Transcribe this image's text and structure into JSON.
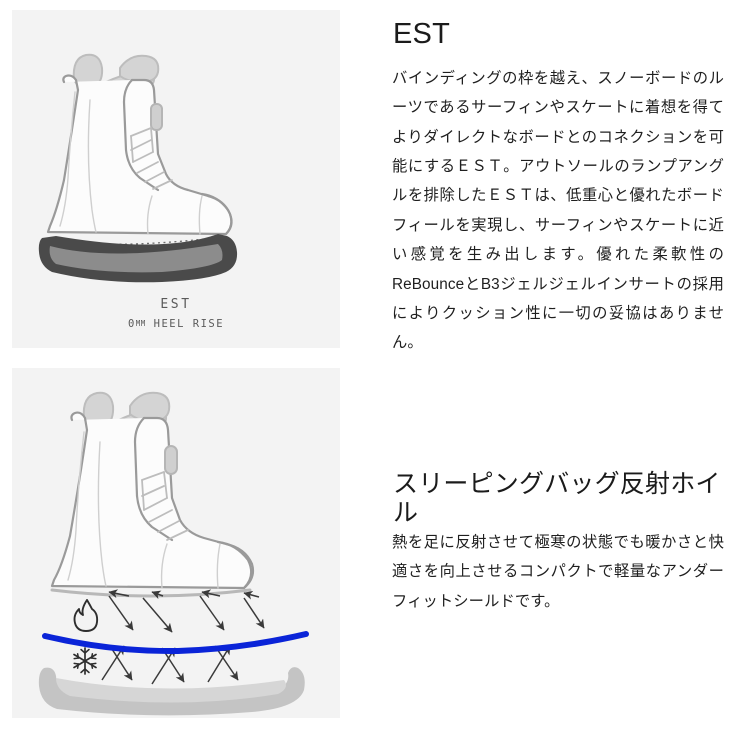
{
  "panels": {
    "est": {
      "caption_title": "EST",
      "caption_unit": "0",
      "caption_unit_suffix": "MM",
      "caption_sub": " HEEL RISE",
      "illustration_name": "snowboard-boot-side-view-flat-sole",
      "colors": {
        "panel_bg": "#f3f3f3",
        "outline": "#9a9a9a",
        "sole_outer": "#4a4a4a",
        "sole_inner": "#8c8c8c",
        "collar_fill": "#d2d2d2",
        "boot_fill": "#fbfbfb"
      }
    },
    "foil": {
      "illustration_name": "boot-reflective-foil-heat-diagram",
      "icons": {
        "heat": "flame-icon",
        "cold": "snowflake-icon"
      },
      "colors": {
        "panel_bg": "#f3f3f3",
        "outline": "#9a9a9a",
        "foil_line": "#0a24d8",
        "arrow": "#3a3a3a",
        "board_fill": "#c9c9c9",
        "board_stroke": "#b3b3b3"
      }
    }
  },
  "sections": [
    {
      "id": "est",
      "heading": "EST",
      "body": "バインディングの枠を越え、スノーボードのルーツであるサーフィンやスケートに着想を得てよりダイレクトなボードとのコネクションを可能にするＥＳＴ。アウトソールのランプアングルを排除したＥＳＴは、低重心と優れたボードフィールを実現し、サーフィンやスケートに近い感覚を生み出します。優れた柔軟性のReBounceとB3ジェルジェルインサートの採用によりクッション性に一切の妥協はありません。"
    },
    {
      "id": "foil",
      "heading": "スリーピングバッグ反射ホイル",
      "body": "熱を足に反射させて極寒の状態でも暖かさと快適さを向上させるコンパクトで軽量なアンダーフィットシールドです。"
    }
  ]
}
